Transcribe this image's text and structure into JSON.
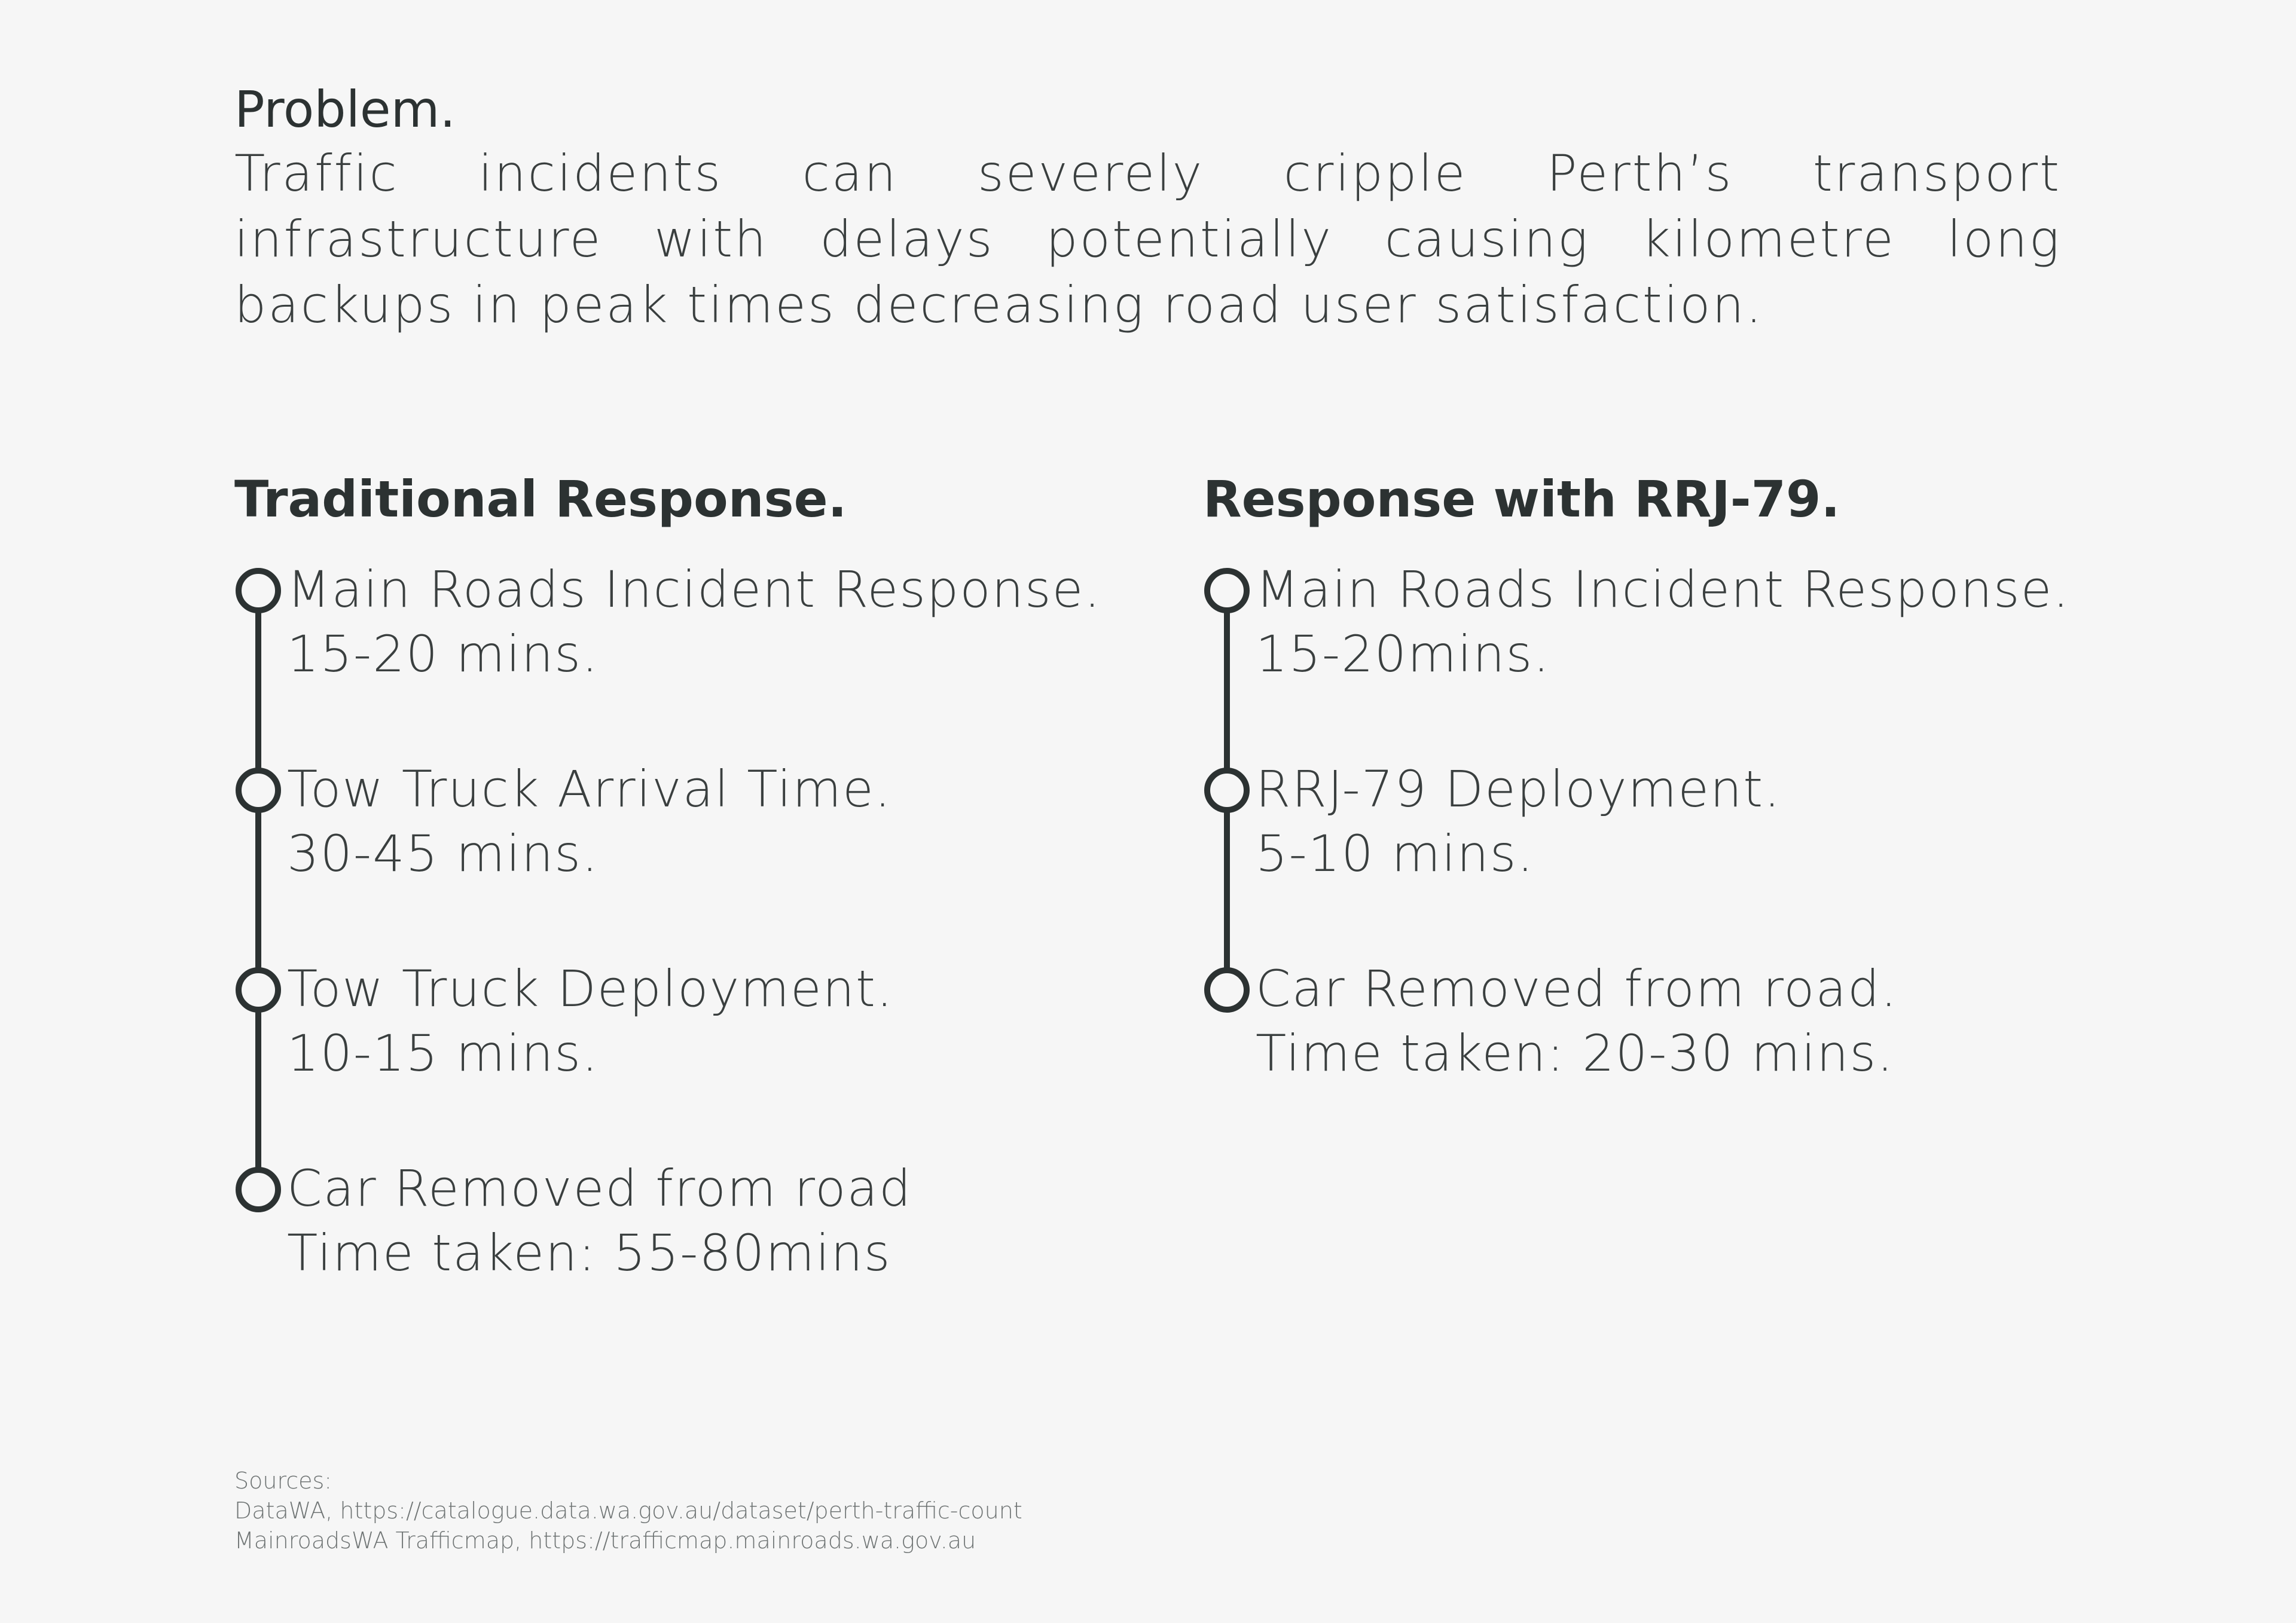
{
  "problem": {
    "title": "Problem.",
    "text": "Traffic incidents can severely cripple Perth’s transport infrastructure with delays potentially causing kilometre long backups in peak times decreasing road user satisfaction."
  },
  "traditional": {
    "title": "Traditional Response.",
    "steps": [
      {
        "label": "Main Roads Incident Response.",
        "time": "15-20 mins."
      },
      {
        "label": "Tow Truck Arrival Time.",
        "time": "30-45 mins."
      },
      {
        "label": "Tow Truck Deployment.",
        "time": "10-15 mins."
      },
      {
        "label": "Car Removed from road",
        "time": "Time taken: 55-80mins"
      }
    ]
  },
  "rrj": {
    "title": "Response with RRJ-79.",
    "steps": [
      {
        "label": "Main Roads Incident Response.",
        "time": "15-20mins."
      },
      {
        "label": "RRJ-79 Deployment.",
        "time": "5-10 mins."
      },
      {
        "label": "Car Removed from road.",
        "time": "Time taken: 20-30 mins."
      }
    ]
  },
  "sources": {
    "heading": "Sources:",
    "lines": [
      "DataWA, https://catalogue.data.wa.gov.au/dataset/perth-traffic-count",
      "MainroadsWA Trafficmap, https://trafficmap.mainroads.wa.gov.au"
    ]
  }
}
